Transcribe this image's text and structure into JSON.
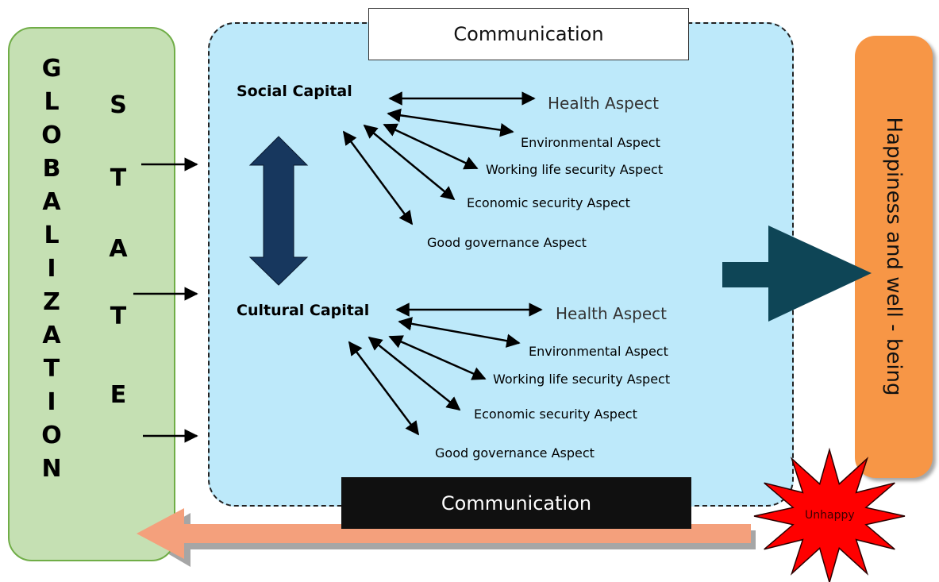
{
  "globalization": {
    "letters": [
      "G",
      "L",
      "O",
      "B",
      "A",
      "L",
      "I",
      "Z",
      "A",
      "T",
      "I",
      "O",
      "N"
    ]
  },
  "state": {
    "letters": [
      "S",
      "T",
      "A",
      "T",
      "E"
    ]
  },
  "communication": {
    "top_label": "Communication",
    "bottom_label": "Communication"
  },
  "social": {
    "title": "Social Capital",
    "aspects": [
      "Health Aspect",
      "Environmental Aspect",
      "Working life security Aspect",
      "Economic security Aspect",
      "Good governance Aspect"
    ]
  },
  "cultural": {
    "title": "Cultural Capital",
    "aspects": [
      "Health Aspect",
      "Environmental Aspect",
      "Working life security Aspect",
      "Economic security Aspect",
      "Good governance Aspect"
    ]
  },
  "outcome": {
    "label": "Happiness and well - being"
  },
  "unhappy": {
    "label": "Unhappy"
  },
  "colors": {
    "globalization_fill": "#c5e0b3",
    "globalization_border": "#70ad47",
    "panel_fill": "#bde9fa",
    "happiness_fill": "#f79646",
    "double_arrow": "#17375e",
    "big_arrow": "#0e4556",
    "return_arrow": "#f4a07c",
    "burst": "#ff0000"
  }
}
